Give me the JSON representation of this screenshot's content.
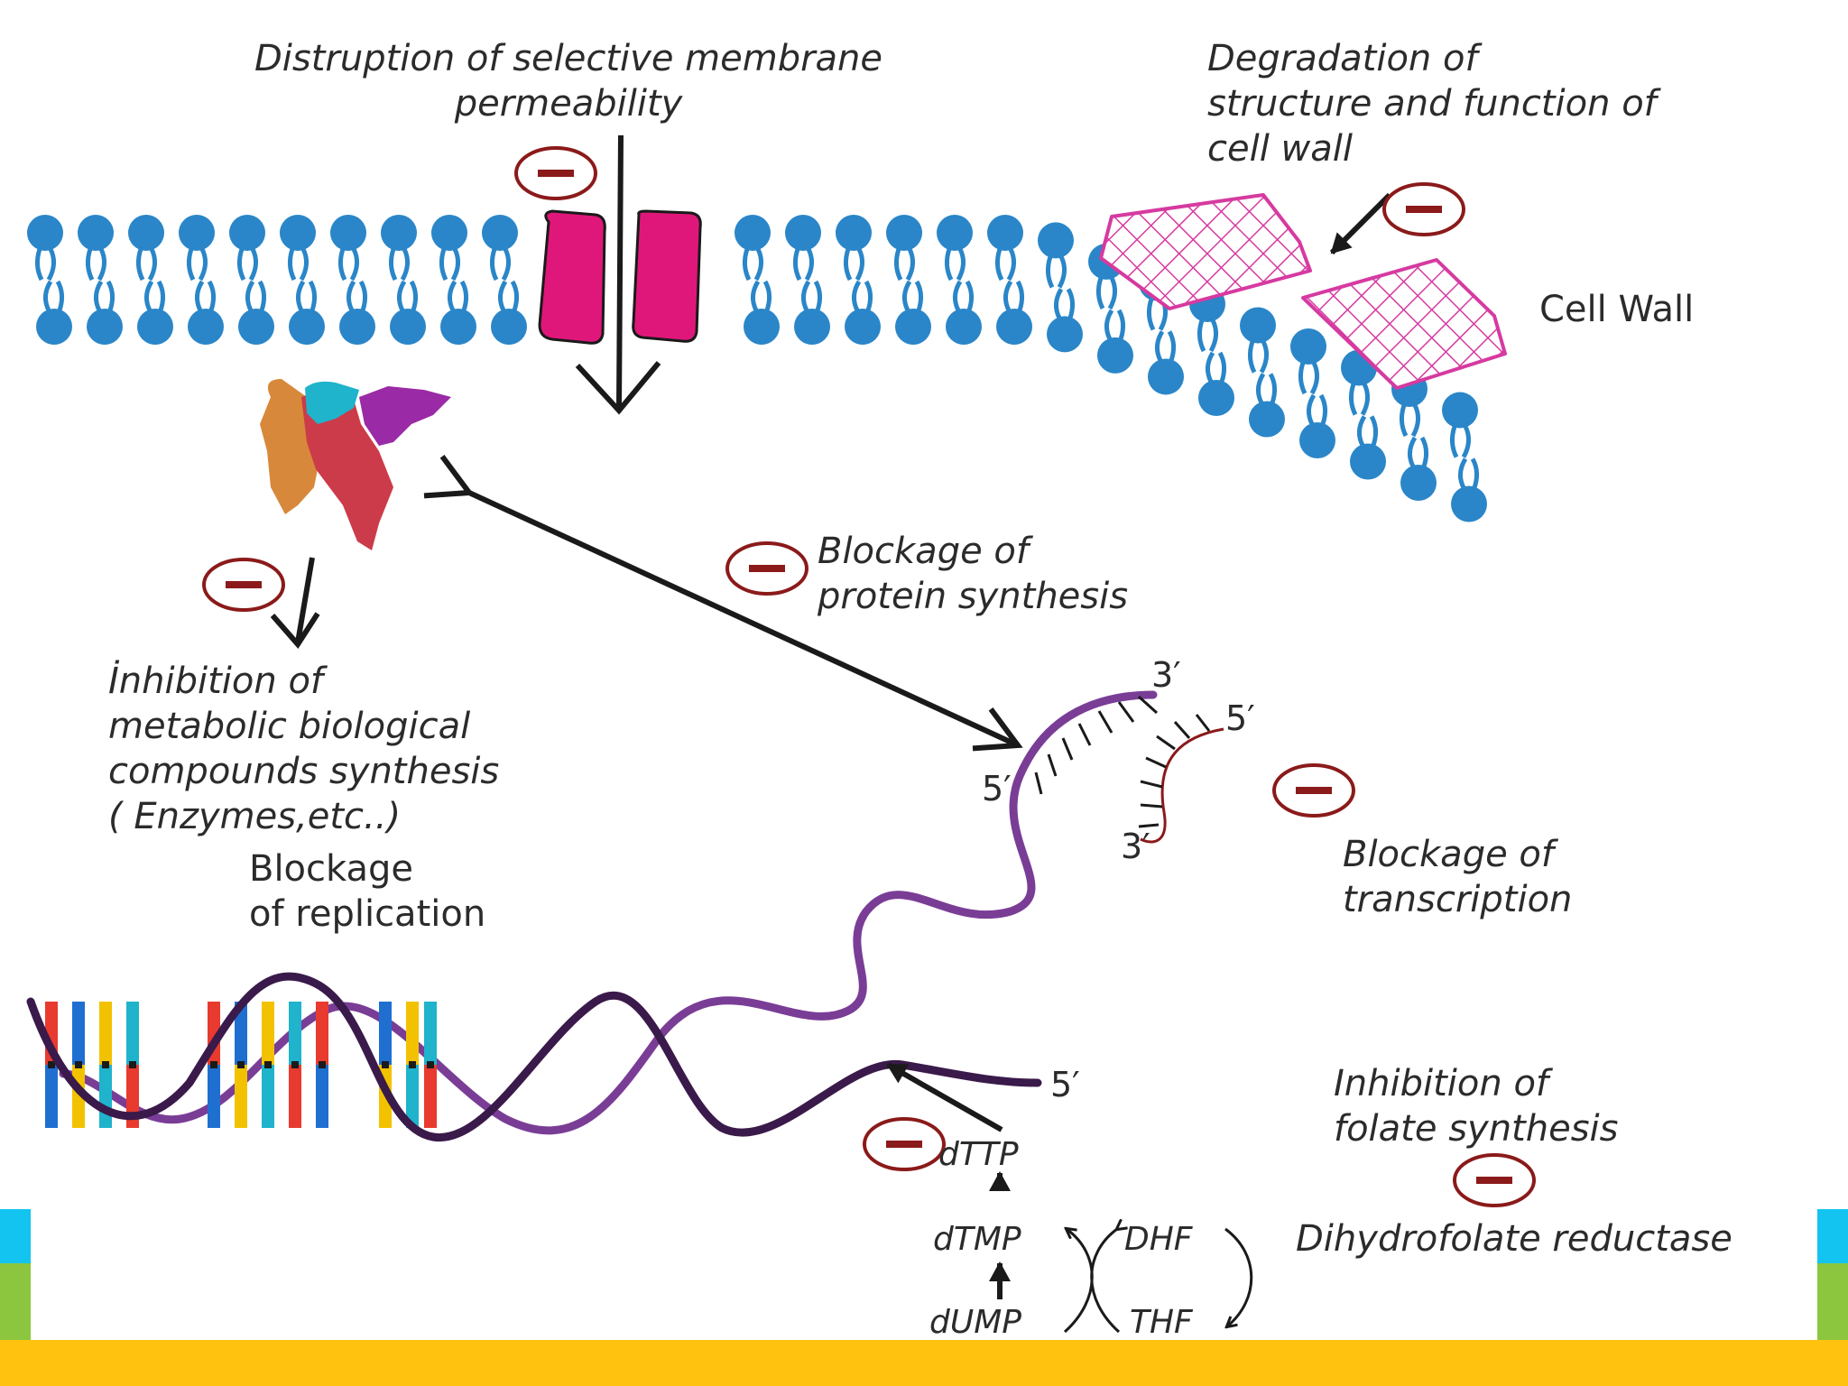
{
  "labels": {
    "membrane": [
      "Distruption of selective membrane",
      "permeability"
    ],
    "cell_wall_degradation": [
      "Degradation of",
      "structure and function of",
      "cell wall"
    ],
    "cell_wall": "Cell Wall",
    "protein_synthesis": [
      "Blockage of",
      "protein synthesis"
    ],
    "metabolic": [
      "İnhibition of",
      "metabolic biological",
      "compounds synthesis",
      "( Enzymes,etc..)"
    ],
    "replication": [
      "Blockage",
      "of replication"
    ],
    "transcription": [
      "Blockage of",
      "transcription"
    ],
    "folate": [
      "Inhibition of",
      "folate synthesis"
    ],
    "enzyme": "Dihydrofolate reductase"
  },
  "strand_ends": {
    "rna_3_top": "3′",
    "rna_5_right": "5′",
    "rna_5_left": "5′",
    "rna_3_bottom": "3′",
    "dna_5": "5′"
  },
  "pathway": {
    "dttp": "dTTP",
    "dtmp": "dTMP",
    "dump": "dUMP",
    "dhf": "DHF",
    "thf": "THF"
  },
  "colors": {
    "lipid": "#2a86c8",
    "channel": "#e0177a",
    "cell_wall": "#d63aa0",
    "inhibitor": "#8b1a1a",
    "dna_purple": "#7a3d96",
    "dna_dark": "#3a1a4a",
    "frame_cyan": "#13c3f0",
    "frame_green": "#8cc63f",
    "frame_yellow": "#ffc20e"
  }
}
